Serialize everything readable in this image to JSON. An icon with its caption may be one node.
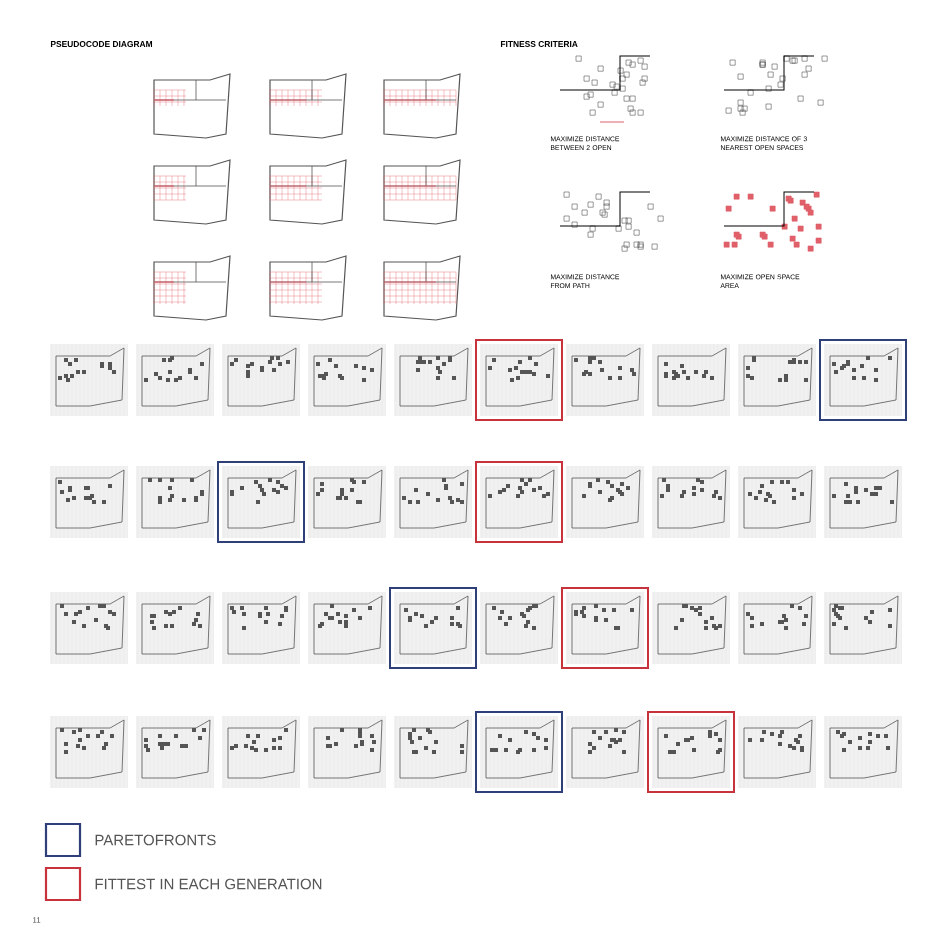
{
  "diagram": {
    "labels": [
      "PSEUDOCODE DIAGRAM",
      "FITNESS CRITERIA",
      "MAXIMIZE DISTANCE BETWEEN 2 OPEN",
      "MAXIMIZE DISTANCE OF 3 NEAREST OPEN SPACES",
      "MAXIMIZE DISTANCE FROM PATH",
      "MAXIMIZE OPEN SPACE AREA",
      "11"
    ],
    "legend": [
      {
        "text": "PARETOFRONTS",
        "color": "#2e3f7a"
      },
      {
        "text": "FITTEST IN EACH GENERATION",
        "color": "#c8323c"
      }
    ]
  }
}
